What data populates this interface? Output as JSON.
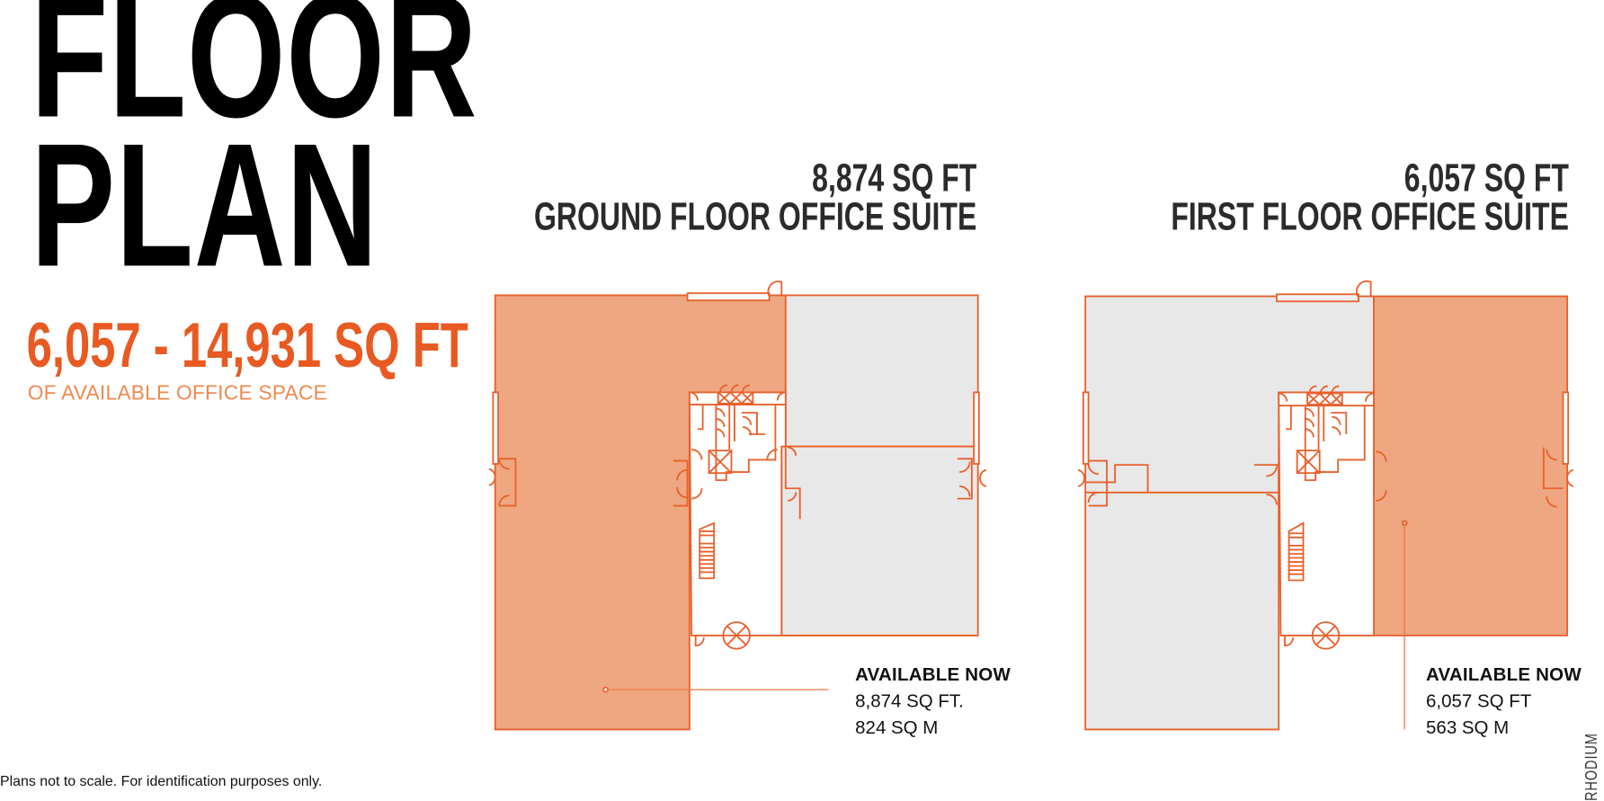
{
  "page": {
    "title_line1": "FLOOR",
    "title_line2": "PLAN",
    "size_range": "6,057 - 14,931 SQ FT",
    "size_range_caption": "OF AVAILABLE OFFICE SPACE",
    "footnote": "Plans not to scale. For identification purposes only.",
    "brand": "RHODIUM"
  },
  "colors": {
    "accent": "#e85a22",
    "available_fill": "#eea780",
    "unavailable_fill": "#e8e8e8",
    "wall": "#e8602c",
    "title": "#000000",
    "subtitle": "#2b2b2b"
  },
  "suites": [
    {
      "id": "ground",
      "area_heading": "8,874 SQ FT",
      "name": "GROUND FLOOR OFFICE SUITE",
      "availability_label": "AVAILABLE NOW",
      "area_sqft": "8,874 SQ FT.",
      "area_sqm": "824 SQ M"
    },
    {
      "id": "first",
      "area_heading": "6,057 SQ FT",
      "name": "FIRST FLOOR OFFICE SUITE",
      "availability_label": "AVAILABLE NOW",
      "area_sqft": "6,057 SQ FT",
      "area_sqm": "563 SQ M"
    }
  ]
}
